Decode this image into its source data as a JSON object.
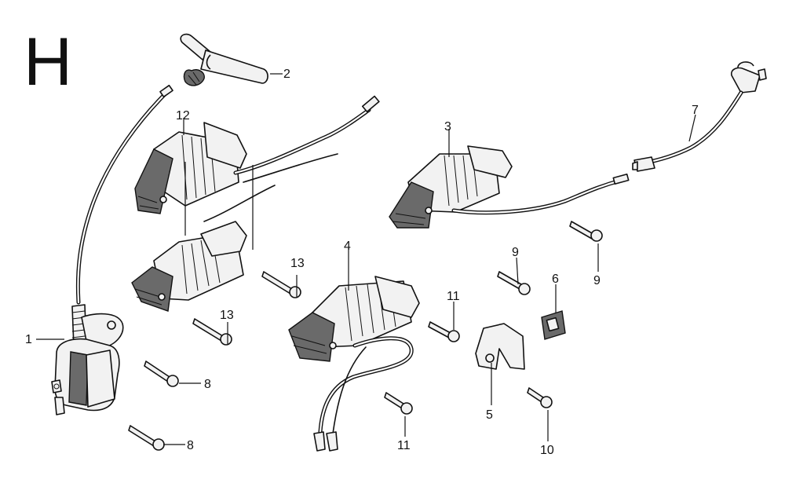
{
  "section_letter": "H",
  "callouts": {
    "c1": "1",
    "c2": "2",
    "c3": "3",
    "c4": "4",
    "c5": "5",
    "c6": "6",
    "c7": "7",
    "c8a": "8",
    "c8b": "8",
    "c9a": "9",
    "c9b": "9",
    "c10": "10",
    "c11a": "11",
    "c11b": "11",
    "c12": "12",
    "c13a": "13",
    "c13b": "13"
  }
}
